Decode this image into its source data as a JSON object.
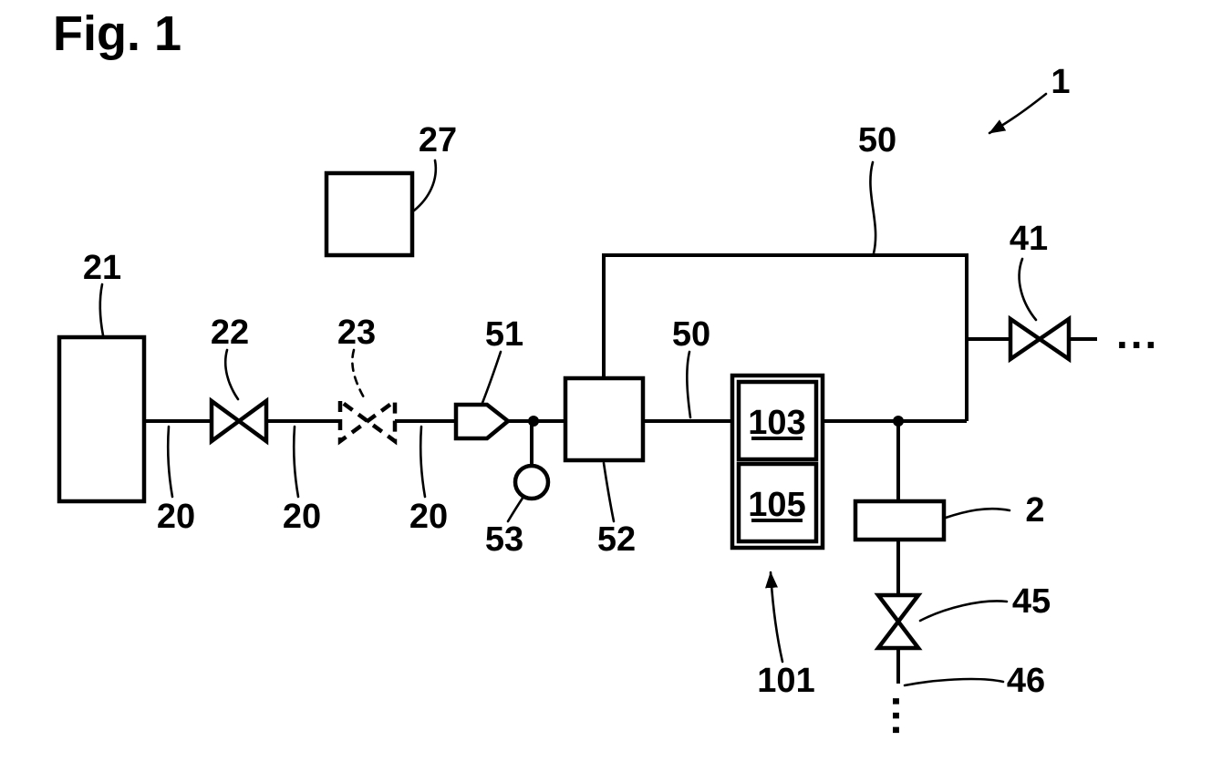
{
  "figure_title": "Fig. 1",
  "diagram": {
    "type": "patent-schematic",
    "reference_labels": {
      "system_1": "1",
      "component_2": "2",
      "line_20_a": "20",
      "line_20_b": "20",
      "line_20_c": "20",
      "tank_21": "21",
      "valve_22": "22",
      "valve_23": "23",
      "box_27": "27",
      "valve_41": "41",
      "valve_45": "45",
      "line_46": "46",
      "loop_50_top": "50",
      "line_50_mid": "50",
      "sensor_51": "51",
      "unit_52": "52",
      "gauge_53": "53",
      "unit_101": "101",
      "unit_103": "103",
      "unit_105": "105"
    },
    "continuation": {
      "horizontal": "...",
      "vertical": "..."
    },
    "colors": {
      "line": "#000000",
      "background": "#ffffff"
    }
  }
}
